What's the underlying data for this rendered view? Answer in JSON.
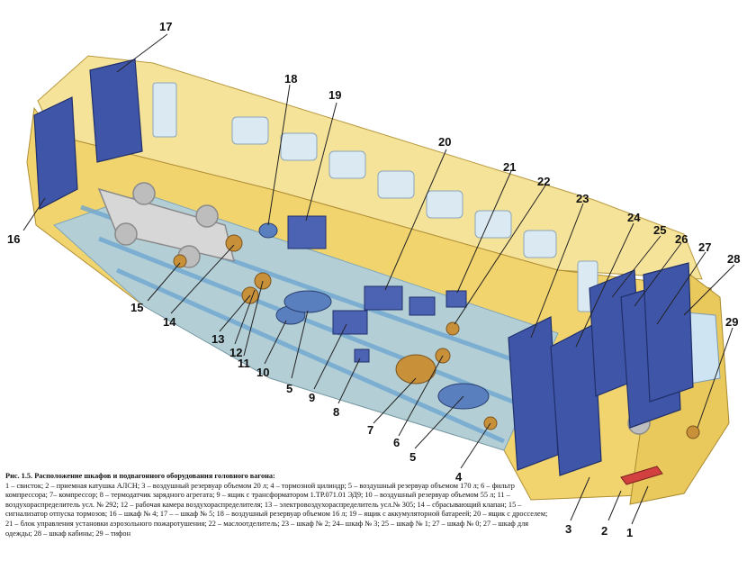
{
  "caption": {
    "title": "Рис. 1.5. Расположение шкафов и подвагонного оборудования головного вагона:",
    "body": "1 – свисток; 2 – приемная катушка АЛСН; 3 – воздушный резервуар объемом 20 л; 4 – тормозной цилиндр; 5 – воздушный резервуар объемом 170 л; 6 – фильтр компрессора; 7– компрессор; 8 – термодатчик зарядного агрегата; 9 – ящик с трансформатором 1.ТР.071.01 ЭД9; 10 – воздушный резервуар объемом 55 л; 11 – воздухораспределитель усл. № 292; 12 – рабочая камера воздухораспределителя; 13 – электровоздухораспределитель усл.№ 305; 14 – сбрасывающий клапан; 15 – сигнализатор отпуска тормозов; 16 – шкаф № 4; 17 – – шкаф № 5; 18 – воздушный резервуар объемом 16 л; 19 – ящик с аккумуляторной батареей; 20 – ящик с дросселем; 21 – блок управления установки аэрозольного пожаротушения; 22 – маслоотделитель; 23 – шкаф № 2; 24– шкаф № 3; 25 – шкаф № 1; 27 – шкаф № 0; 27 – шкаф для одежды; 28 – шкаф кабины; 29 – тифон"
  },
  "colors": {
    "body": "#f3d873",
    "roof": "#f6e39a",
    "cabinet": "#3f55a8",
    "floor": "#9fc8e6",
    "equipment": "#c9903a"
  },
  "callouts": [
    "1",
    "2",
    "3",
    "4",
    "5",
    "5",
    "6",
    "7",
    "8",
    "9",
    "10",
    "11",
    "12",
    "13",
    "14",
    "15",
    "16",
    "17",
    "18",
    "19",
    "20",
    "21",
    "22",
    "23",
    "24",
    "25",
    "26",
    "27",
    "28",
    "29"
  ]
}
